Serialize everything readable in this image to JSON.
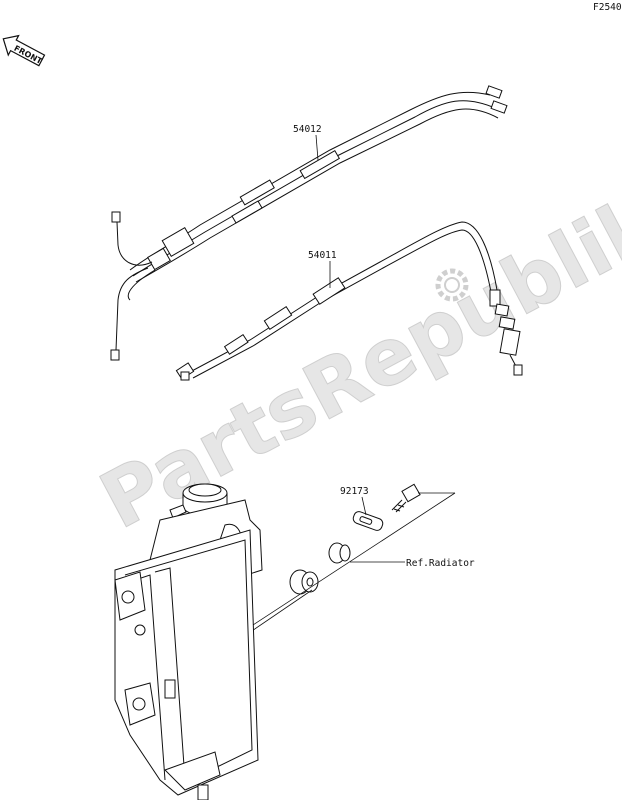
{
  "figure_code": "F2540",
  "front_badge": "FRONT",
  "watermark": "PartsRepublik",
  "parts": [
    {
      "id": "throttle-cable",
      "number": "54012"
    },
    {
      "id": "choke-cable",
      "number": "54011"
    },
    {
      "id": "radiator-clip",
      "number": "92173"
    }
  ],
  "reference_label": "Ref.Radiator",
  "icons": [
    "front-arrow-icon",
    "gear-logo-icon"
  ]
}
